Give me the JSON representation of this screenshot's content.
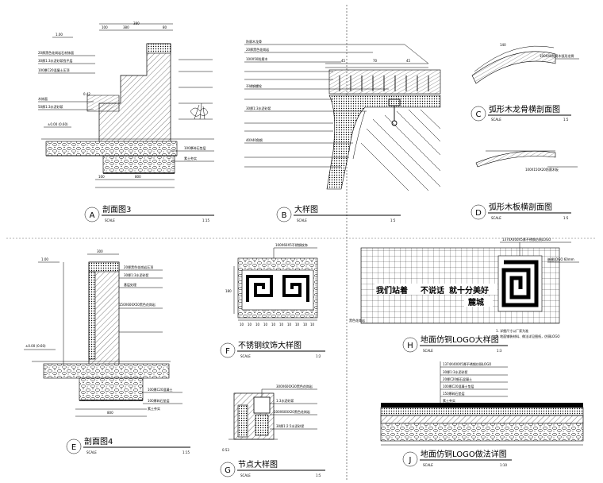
{
  "sections": {
    "A": {
      "letter": "A",
      "title": "剖面图3",
      "scale_label": "SCALE",
      "scale": "1:15"
    },
    "B": {
      "letter": "B",
      "title": "大样图",
      "scale_label": "SCALE",
      "scale": "1:5"
    },
    "C": {
      "letter": "C",
      "title": "弧形木龙骨横剖面图",
      "scale_label": "SCALE",
      "scale": "1:5"
    },
    "D": {
      "letter": "D",
      "title": "弧形木板横剖面图",
      "scale_label": "SCALE",
      "scale": "1:5"
    },
    "E": {
      "letter": "E",
      "title": "剖面图4",
      "scale_label": "SCALE",
      "scale": "1:15"
    },
    "F": {
      "letter": "F",
      "title": "不锈钢纹饰大样图",
      "scale_label": "SCALE",
      "scale": "1:2"
    },
    "G": {
      "letter": "G",
      "title": "节点大样图",
      "scale_label": "SCALE",
      "scale": "1:5"
    },
    "H": {
      "letter": "H",
      "title": "地面仿铜LOGO大样图",
      "scale_label": "SCALE",
      "scale": "1:3"
    },
    "J": {
      "letter": "J",
      "title": "地面仿铜LOGO做法详图",
      "scale_label": "SCALE",
      "scale": "1:10"
    }
  },
  "dims": {
    "a_top": [
      "100",
      "380",
      "380",
      "80"
    ],
    "a_bottom": [
      "100",
      "800"
    ],
    "a_level_left": "1.00",
    "a_level_ground": "±0.00 (0.60)",
    "a_level_mid": "0.42",
    "e_top": [
      "300"
    ],
    "e_bottom": [
      "800"
    ],
    "e_level_top": "1.00",
    "e_level_ground": "±0.00 (0.60)",
    "f_dim_w": "180",
    "f_dims": [
      "10",
      "10",
      "10",
      "10",
      "10",
      "10",
      "10",
      "10",
      "10",
      "10"
    ],
    "c_dim": "140",
    "g_level": "0.53",
    "b_dims": [
      "45",
      "70",
      "45"
    ]
  },
  "logo": {
    "slogan_left": "我们站着",
    "slogan_mid": "不说话",
    "slogan_right": "就十分美好",
    "slogan_sub": "麓城",
    "note_1": "1. 详细尺寸以厂家为准",
    "note_2": "2. 地面铺装材料、做法详见图纸，仿铜LOGO"
  },
  "callouts": {
    "a": [
      "20厚黑色花岗岩石材饰面",
      "30厚1:3水泥砂浆找平层",
      "100厚C20混凝土压顶",
      "木饰面",
      "100厚碎石垫层",
      "素土夯实",
      "50厚1:3水泥砂浆"
    ],
    "b": [
      "防腐木龙骨",
      "20厚黑色花岗岩",
      "100X50防腐木",
      "不锈钢螺栓",
      "30厚1:3水泥砂浆",
      "40X40角钢"
    ],
    "c": [
      "100X40防腐木弧形龙骨"
    ],
    "d": [
      "100X150X20防腐木板"
    ],
    "e": [
      "20厚黑色花岗岩压顶",
      "30厚1:3水泥砂浆",
      "基层处理",
      "150X600X50黑色花岗岩",
      "100厚C20混凝土",
      "100厚碎石垫层",
      "素土夯实"
    ],
    "f": [
      "100X60X5不锈钢纹饰"
    ],
    "g": [
      "300X600X30黑色花岗岩",
      "1:3水泥砂浆",
      "100X600X20黑色花岗岩",
      "30厚1:2.5水泥砂浆"
    ],
    "h": [
      "1374X400X5厚不锈钢仿铜LOGO",
      "黑色花岗岩",
      "嵌缝LOGO 60mm"
    ],
    "j": [
      "1374X400X5厚不锈钢仿铜LOGO",
      "30厚1:3水泥砂浆",
      "20厚C20细石混凝土",
      "100厚C20混凝土垫层",
      "150厚碎石垫层",
      "素土夯实"
    ]
  }
}
